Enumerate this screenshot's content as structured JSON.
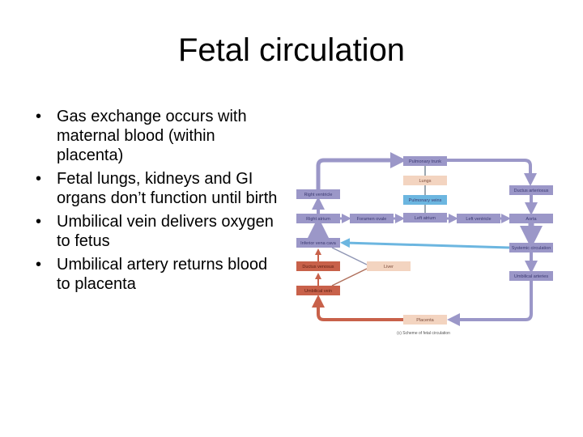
{
  "title": "Fetal circulation",
  "bullets": [
    "Gas exchange occurs with maternal blood (within placenta)",
    "Fetal lungs, kidneys and GI organs don’t function until birth",
    "Umbilical vein delivers oxygen to fetus",
    "Umbilical artery returns blood to placenta"
  ],
  "diagram": {
    "colors": {
      "purple": "#9b97c8",
      "blue": "#6cb6e0",
      "peach": "#f3d4c0",
      "red": "#c8614a",
      "text": "#3a3870"
    },
    "boxes": {
      "pulmonary_trunk": "Pulmonary trunk",
      "lungs": "Lungs",
      "pulmonary_veins": "Pulmonary veins",
      "right_ventricle": "Right ventricle",
      "right_atrium": "Right atrium",
      "foramen_ovale": "Foramen ovale",
      "left_atrium": "Left atrium",
      "left_ventricle": "Left ventricle",
      "aorta": "Aorta",
      "ductus_arteriosus": "Ductus arteriosus",
      "inferior_vena_cava": "Inferior vena cava",
      "systemic_circulation": "Systemic circulation",
      "ductus_venosus": "Ductus venosus",
      "liver": "Liver",
      "umbilical_vein": "Umbilical vein",
      "umbilical_arteries": "Umbilical arteries",
      "placenta": "Placenta"
    },
    "caption": "(c) Scheme of fetal circulation"
  }
}
